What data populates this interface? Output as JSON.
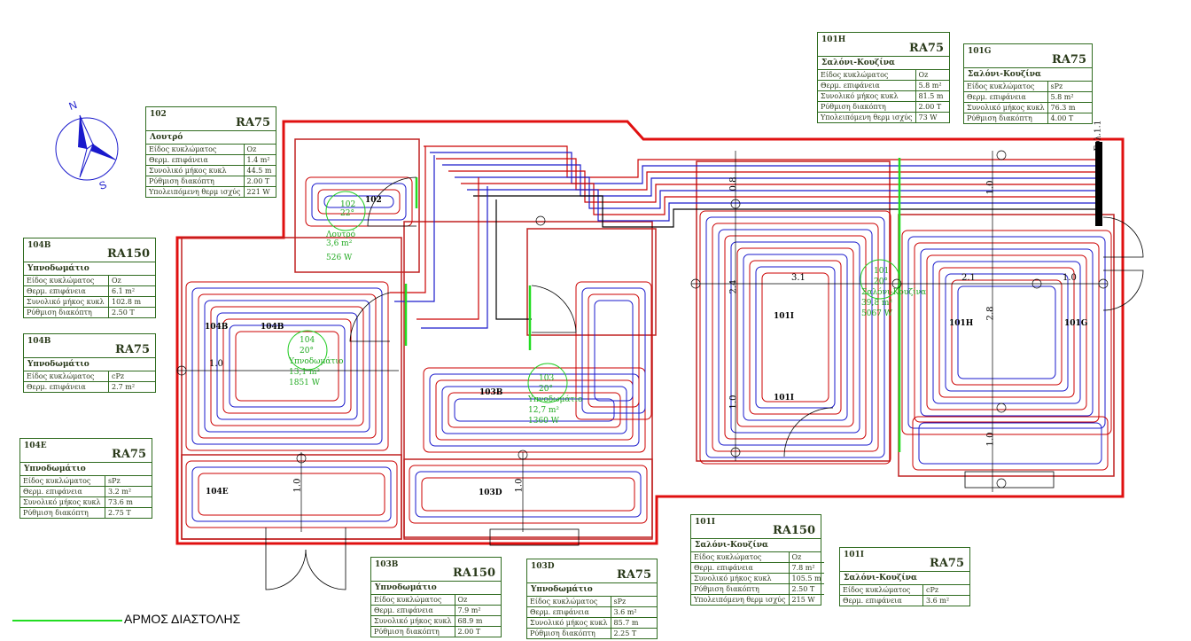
{
  "legend": {
    "expansion_joint": "ΑΡΜΟΣ ΔΙΑΣΤΟΛΗΣ"
  },
  "compass": {
    "north": "N",
    "south": "S"
  },
  "colors": {
    "wall": "#e01010",
    "supply": "#cc0000",
    "return": "#1a1acc",
    "joint": "#22dd22",
    "tag_border": "#2f6b1f",
    "room_label": "#22aa22"
  },
  "tags": [
    {
      "code": "102",
      "model": "RA75",
      "room": "Λουτρό",
      "rows": [
        [
          "Είδος κυκλώματος",
          "Oz"
        ],
        [
          "Θερμ. επιφάνεια",
          "1.4 m²"
        ],
        [
          "Συνολικό μήκος κυκλ",
          "44.5 m"
        ],
        [
          "Ρύθμιση διακόπτη",
          "2.00 T"
        ],
        [
          "Υπολειπόμενη θερμ ισχύς",
          "221 W"
        ]
      ]
    },
    {
      "code": "104B",
      "model": "RA150",
      "room": "Υπνοδωμάτιο",
      "rows": [
        [
          "Είδος κυκλώματος",
          "Oz"
        ],
        [
          "Θερμ. επιφάνεια",
          "6.1 m²"
        ],
        [
          "Συνολικό μήκος κυκλ",
          "102.8 m"
        ],
        [
          "Ρύθμιση διακόπτη",
          "2.50 T"
        ]
      ]
    },
    {
      "code": "104B",
      "model": "RA75",
      "room": "Υπνοδωμάτιο",
      "rows": [
        [
          "Είδος κυκλώματος",
          "cPz"
        ],
        [
          "Θερμ. επιφάνεια",
          "2.7 m²"
        ]
      ]
    },
    {
      "code": "104E",
      "model": "RA75",
      "room": "Υπνοδωμάτιο",
      "rows": [
        [
          "Είδος κυκλώματος",
          "sPz"
        ],
        [
          "Θερμ. επιφάνεια",
          "3.2 m²"
        ],
        [
          "Συνολικό μήκος κυκλ",
          "73.6 m"
        ],
        [
          "Ρύθμιση διακόπτη",
          "2.75 T"
        ]
      ]
    },
    {
      "code": "101H",
      "model": "RA75",
      "room": "Σαλόνι-Κουζίνα",
      "rows": [
        [
          "Είδος κυκλώματος",
          "Oz"
        ],
        [
          "Θερμ. επιφάνεια",
          "5.8 m²"
        ],
        [
          "Συνολικό μήκος κυκλ",
          "81.5 m"
        ],
        [
          "Ρύθμιση διακόπτη",
          "2.00 T"
        ],
        [
          "Υπολειπόμενη θερμ ισχύς",
          "73 W"
        ]
      ]
    },
    {
      "code": "101G",
      "model": "RA75",
      "room": "Σαλόνι-Κουζίνα",
      "rows": [
        [
          "Είδος κυκλώματος",
          "sPz"
        ],
        [
          "Θερμ. επιφάνεια",
          "5.8 m²"
        ],
        [
          "Συνολικό μήκος κυκλ",
          "76.3 m"
        ],
        [
          "Ρύθμιση διακόπτη",
          "4.00 T"
        ]
      ]
    },
    {
      "code": "103B",
      "model": "RA150",
      "room": "Υπνοδωμάτιο",
      "rows": [
        [
          "Είδος κυκλώματος",
          "Oz"
        ],
        [
          "Θερμ. επιφάνεια",
          "7.9 m²"
        ],
        [
          "Συνολικό μήκος κυκλ",
          "68.9 m"
        ],
        [
          "Ρύθμιση διακόπτη",
          "2.00 T"
        ]
      ]
    },
    {
      "code": "103D",
      "model": "RA75",
      "room": "Υπνοδωμάτιο",
      "rows": [
        [
          "Είδος κυκλώματος",
          "sPz"
        ],
        [
          "Θερμ. επιφάνεια",
          "3.6 m²"
        ],
        [
          "Συνολικό μήκος κυκλ",
          "85.7 m"
        ],
        [
          "Ρύθμιση διακόπτη",
          "2.25 T"
        ]
      ]
    },
    {
      "code": "101I",
      "model": "RA150",
      "room": "Σαλόνι-Κουζίνα",
      "rows": [
        [
          "Είδος κυκλώματος",
          "Oz"
        ],
        [
          "Θερμ. επιφάνεια",
          "7.8 m²"
        ],
        [
          "Συνολικό μήκος κυκλ",
          "105.5 m"
        ],
        [
          "Ρύθμιση διακόπτη",
          "2.50 T"
        ],
        [
          "Υπολειπόμενη θερμ ισχύς",
          "215 W"
        ]
      ]
    },
    {
      "code": "101I",
      "model": "RA75",
      "room": "Σαλόνι-Κουζίνα",
      "rows": [
        [
          "Είδος κυκλώματος",
          "cPz"
        ],
        [
          "Θερμ. επιφάνεια",
          "3.6 m²"
        ]
      ]
    }
  ],
  "rooms": [
    {
      "id": "102",
      "temp": "22°",
      "name": "Λουτρό",
      "area": "3,6 m²",
      "power": "526 W"
    },
    {
      "id": "104",
      "temp": "20°",
      "name": "Υπνοδωμάτιο",
      "area": "13,1 m²",
      "power": "1851 W"
    },
    {
      "id": "103",
      "temp": "20°",
      "name": "Υπνοδωμάτιο",
      "area": "12,7 m²",
      "power": "1360 W"
    },
    {
      "id": "101",
      "temp": "20°",
      "name": "Σαλόνι-Κουζίνα",
      "area": "39,8 m²",
      "power": "5067 W"
    }
  ],
  "circuit_labels": [
    "104B",
    "104B",
    "104E",
    "102",
    "103B",
    "103D",
    "101I",
    "101I",
    "101H",
    "101G"
  ],
  "dimensions": [
    "1.0",
    "1.0",
    "1.0",
    "0.8",
    "2.4",
    "3.1",
    "1.0",
    "1.0",
    "2.1",
    "1.0",
    "1.0",
    "2.8",
    "Συλ.1.1"
  ]
}
